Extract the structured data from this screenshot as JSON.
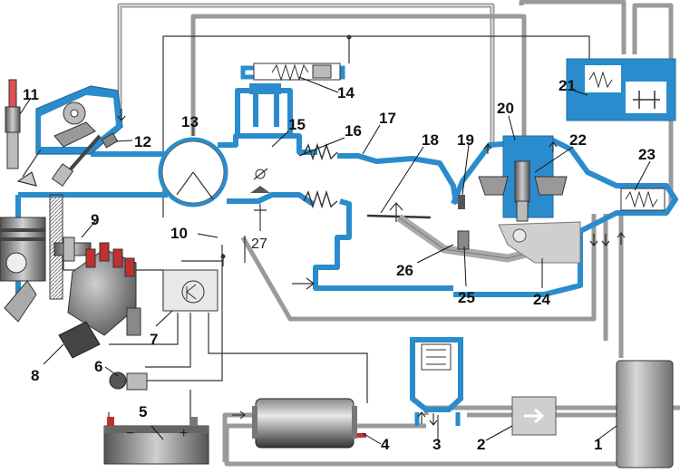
{
  "labels": {
    "l1": "1",
    "l2": "2",
    "l3": "3",
    "l4": "4",
    "l5": "5",
    "l6": "6",
    "l7": "7",
    "l8": "8",
    "l9": "9",
    "l10": "10",
    "l11": "11",
    "l12": "12",
    "l13": "13",
    "l14": "14",
    "l15": "15",
    "l16": "16",
    "l17": "17",
    "l18": "18",
    "l19": "19",
    "l20": "20",
    "l21": "21",
    "l22": "22",
    "l23": "23",
    "l24": "24",
    "l25": "25",
    "l26": "26",
    "l27": "27"
  },
  "battery": {
    "minus": "−",
    "plus": "+"
  },
  "colors": {
    "air_path": "#2a8ccc",
    "fuel_line": "#9a9a9a",
    "wire": "#333333",
    "terminal": "#d03030"
  }
}
